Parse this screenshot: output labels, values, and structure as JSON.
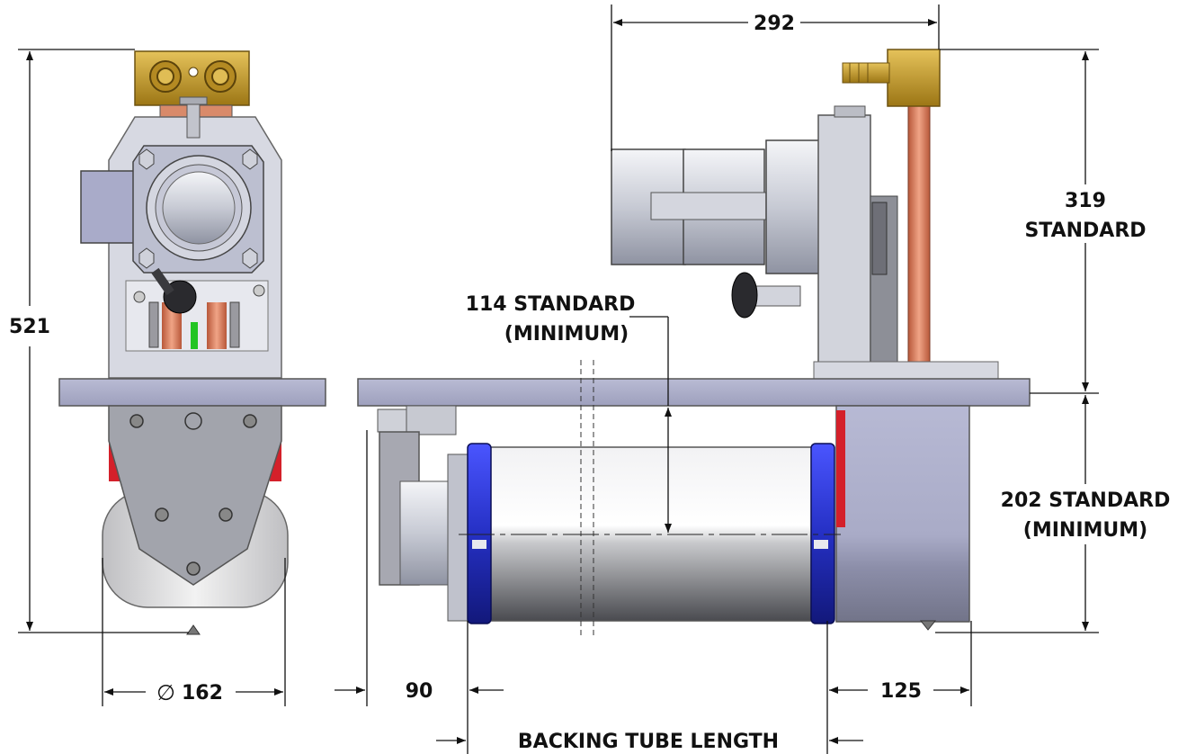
{
  "dimensions": {
    "overall_height": "521",
    "top_width": "292",
    "upper_height_value": "319",
    "upper_height_note": "STANDARD",
    "shaft_offset_value": "114 STANDARD",
    "shaft_offset_note": "(MINIMUM)",
    "lower_height_value": "202 STANDARD",
    "lower_height_note": "(MINIMUM)",
    "wheel_diameter_symbol": "∅",
    "wheel_diameter": "162",
    "left_offset": "90",
    "right_offset": "125",
    "backing_tube_length": "BACKING TUBE LENGTH"
  },
  "colors": {
    "plate": "#a8aac8",
    "motor": "#c9ccd6",
    "brass": "#c9a12b",
    "copper": "#d98a6a",
    "flange": "#2b36d9",
    "red_guard": "#d4202a",
    "green_indicator": "#22c422",
    "line": "#111111"
  }
}
